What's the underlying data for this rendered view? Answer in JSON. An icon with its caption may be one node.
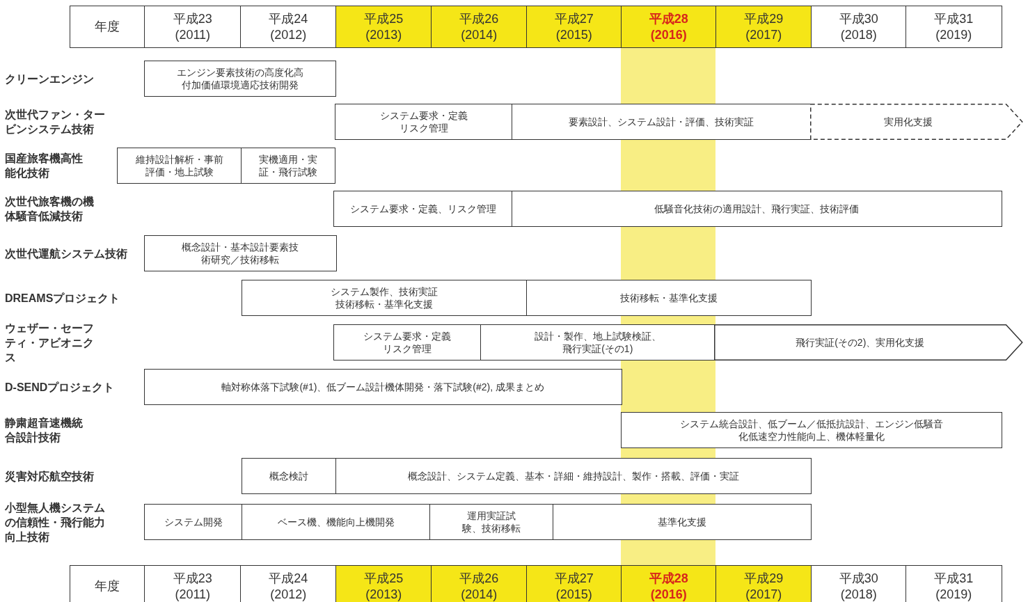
{
  "diagram": {
    "nodes": [
      {
        "text": [
          "年度"
        ]
      },
      {
        "text": [
          "平成23 (2011)"
        ]
      },
      {
        "text": [
          "平成24 (2012)"
        ]
      },
      {
        "text": [
          "平成25 (2013)"
        ]
      },
      {
        "text": [
          "平成26 (2014)"
        ]
      },
      {
        "text": [
          "平成27 (2015)"
        ]
      },
      {
        "text": [
          "平成28 (2016)"
        ]
      },
      {
        "text": [
          "平成29 (2017)"
        ]
      },
      {
        "text": [
          "平成30 (2018)"
        ]
      },
      {
        "text": [
          "平成31 (2019)"
        ]
      },
      {
        "text": [
          "エンジン要素技術の高度化高付加価値環境適応技術開発"
        ]
      },
      {
        "text": [
          "システム要求・定義リスク管理"
        ]
      },
      {
        "text": [
          "要素設計、システム設計・評価、技術実証"
        ]
      },
      {
        "text": [
          "実用化支援"
        ]
      },
      {
        "text": [
          "維持設計解析・事前評価・地上試験"
        ]
      },
      {
        "text": [
          "実機適用・実証・飛行試験"
        ]
      },
      {
        "text": [
          "システム要求・定義、リスク管理"
        ]
      },
      {
        "text": [
          "低騒音化技術の適用設計、飛行実証、技術評価"
        ]
      },
      {
        "text": [
          "概念設計・基本設計要素技術研究／技術移転"
        ]
      },
      {
        "text": [
          "システム製作、技術実証技術移転・基準化支援"
        ]
      },
      {
        "text": [
          "技術移転・基準化支援"
        ]
      },
      {
        "text": [
          "システム要求・定義リスク管理"
        ]
      },
      {
        "text": [
          "設計・製作、地上試験検証、飛行実証(その1)"
        ]
      },
      {
        "text": [
          "飛行実証(その2)、実用化支援"
        ]
      },
      {
        "text": [
          "軸対称体落下試験(#1)、低ブーム設計機体開発・落下試験(#2), 成果まとめ"
        ]
      },
      {
        "text": [
          "システム統合設計、低ブーム／低抵抗設計、エンジン低騒音化低速空力性能向上、機体軽量化"
        ]
      },
      {
        "text": [
          "概念検討"
        ]
      },
      {
        "text": [
          "概念設計、システム定義、基本・詳細・維持設計、製作・搭載、評価・実証"
        ]
      },
      {
        "text": [
          "システム開発"
        ]
      },
      {
        "text": [
          "ベース機、機能向上機開発"
        ]
      },
      {
        "text": [
          "運用実証試験、技術移転"
        ]
      },
      {
        "text": [
          "基準化支援"
        ]
      },
      {
        "text": [
          "年度"
        ]
      },
      {
        "text": [
          "平成23 (2011)"
        ]
      },
      {
        "text": [
          "平成24 (2012)"
        ]
      },
      {
        "text": [
          "平成25 (2013)"
        ]
      },
      {
        "text": [
          "平成26 (2014)"
        ]
      },
      {
        "text": [
          "平成27 (2015)"
        ]
      },
      {
        "text": [
          "平成28 (2016)"
        ]
      },
      {
        "text": [
          "平成29 (2017)"
        ]
      },
      {
        "text": [
          "平成30 (2018)"
        ]
      },
      {
        "text": [
          "平成31 (2019)"
        ]
      }
    ],
    "labels": [
      "クリーンエンジン",
      "次世代ファン・タービンシステム技術",
      "国産旅客機高性能化技術",
      "次世代旅客機の機体騒音低減技術",
      "次世代運航システム技術",
      "DREAMSプロジェクト",
      "ウェザー・セーフティ・アビオニクス",
      "D-SENDプロジェクト",
      "静粛超音速機統合設計技術",
      "災害対応航空技術",
      "小型無人機システムの信頼性・飛行能力向上技術"
    ]
  }
}
